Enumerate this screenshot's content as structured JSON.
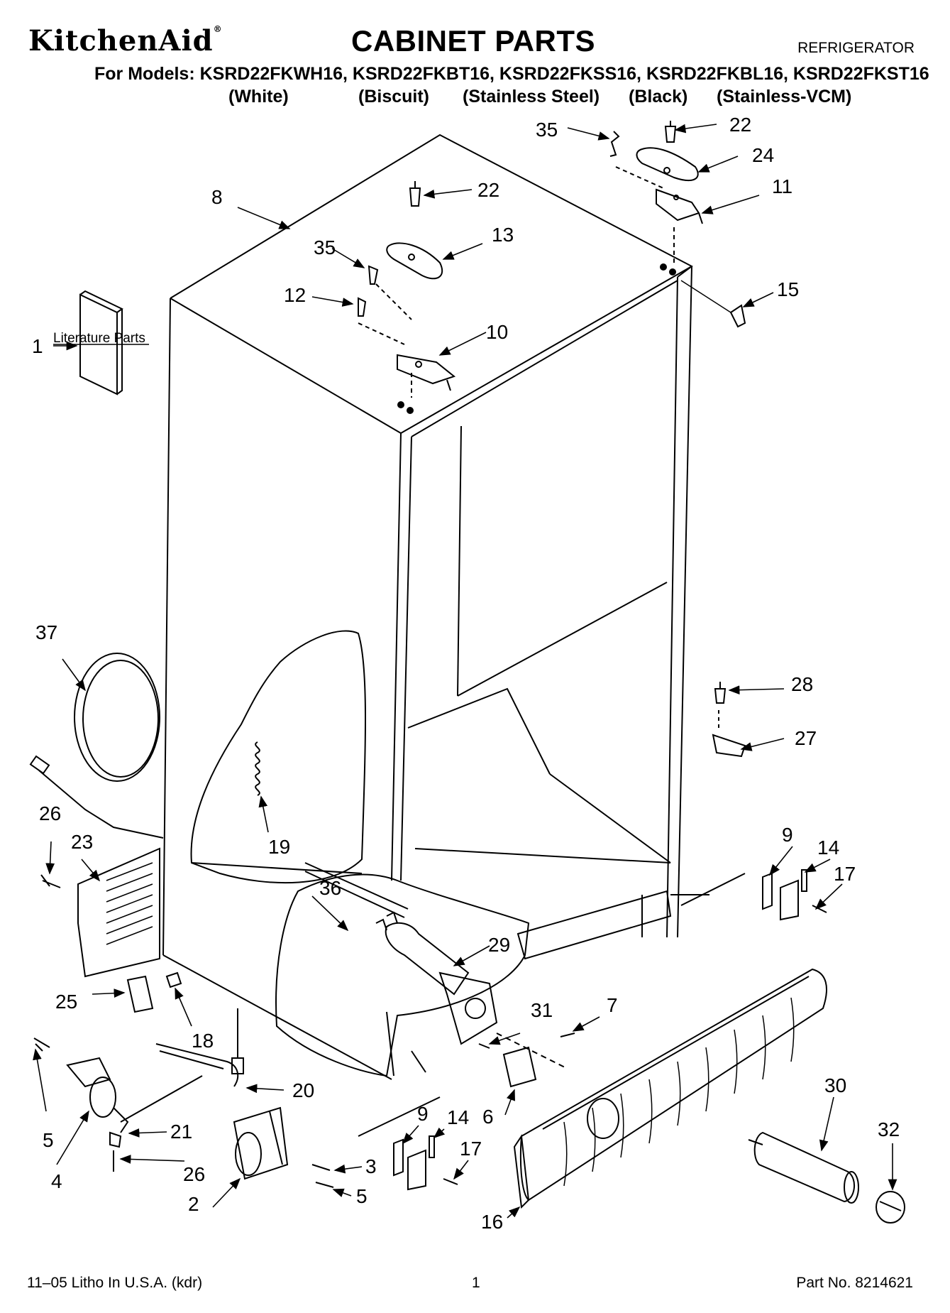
{
  "header": {
    "brand": "KitchenAid",
    "title": "CABINET PARTS",
    "category": "REFRIGERATOR",
    "models_line": "For Models: KSRD22FKWH16, KSRD22FKBT16, KSRD22FKSS16, KSRD22FKBL16, KSRD22FKST16",
    "variants": [
      "(White)",
      "(Biscuit)",
      "(Stainless Steel)",
      "(Black)",
      "(Stainless-VCM)"
    ]
  },
  "diagram": {
    "literature_label": "Literature Parts",
    "callouts": {
      "c1": "1",
      "c2": "2",
      "c3": "3",
      "c4": "4",
      "c5a": "5",
      "c5b": "5",
      "c6": "6",
      "c7": "7",
      "c8": "8",
      "c9a": "9",
      "c9b": "9",
      "c10": "10",
      "c11": "11",
      "c12": "12",
      "c13": "13",
      "c14a": "14",
      "c14b": "14",
      "c15": "15",
      "c16": "16",
      "c17a": "17",
      "c17b": "17",
      "c18": "18",
      "c19": "19",
      "c20": "20",
      "c21": "21",
      "c22a": "22",
      "c22b": "22",
      "c23": "23",
      "c24": "24",
      "c25": "25",
      "c26a": "26",
      "c26b": "26",
      "c27": "27",
      "c28": "28",
      "c29": "29",
      "c30": "30",
      "c31": "31",
      "c32": "32",
      "c35a": "35",
      "c35b": "35",
      "c36": "36",
      "c37": "37"
    }
  },
  "footer": {
    "litho": "11–05 Litho In U.S.A. (kdr)",
    "page": "1",
    "part_no": "Part No. 8214621"
  }
}
